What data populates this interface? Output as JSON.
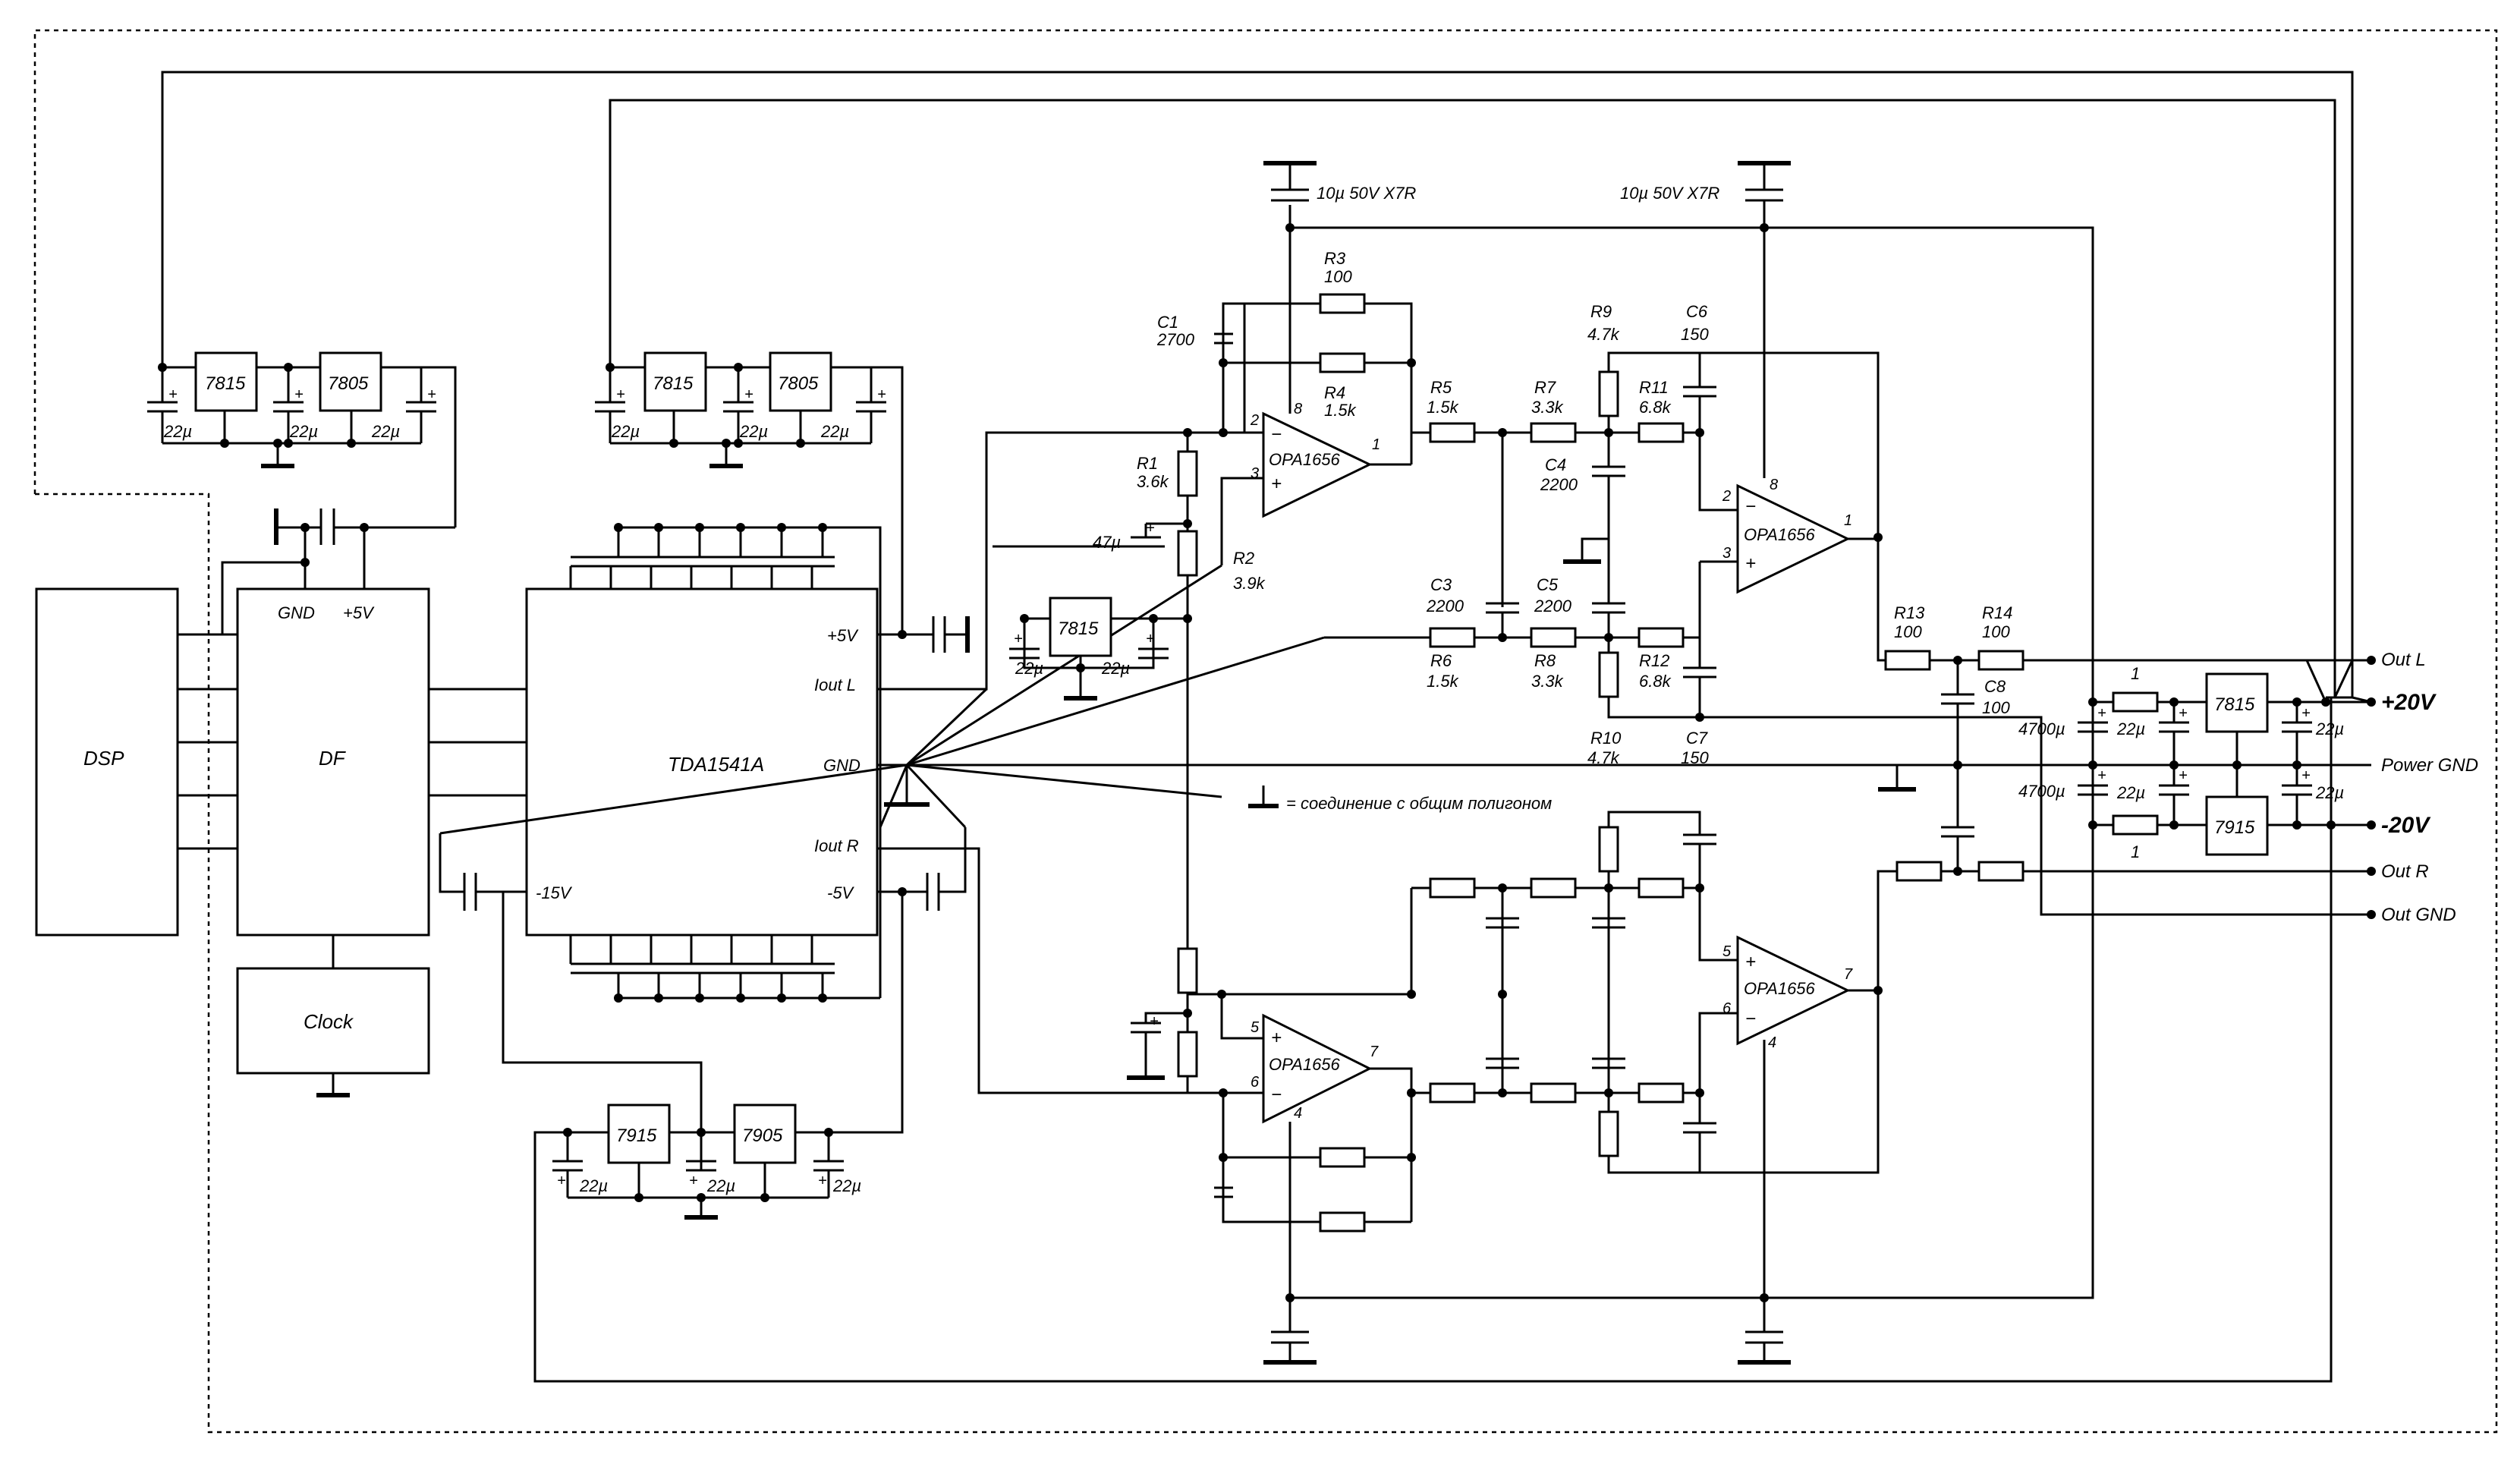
{
  "blocks": {
    "dsp": "DSP",
    "df": "DF",
    "df_gnd": "GND",
    "df_5v": "+5V",
    "clock": "Clock",
    "dac": "TDA1541A",
    "dac_5v": "+5V",
    "dac_ioutl": "Iout L",
    "dac_gnd": "GND",
    "dac_ioutr": "Iout R",
    "dac_m15v": "-15V",
    "dac_m5v": "-5V"
  },
  "regulators": {
    "r1": "7815",
    "r2": "7805",
    "r3": "7815",
    "r4": "7805",
    "r5": "7815",
    "r6": "7915",
    "r7": "7905",
    "r8": "7815",
    "r9": "7915"
  },
  "reg_caps": "22µ",
  "opamps": {
    "name": "OPA1656",
    "u1_p2": "2",
    "u1_p3": "3",
    "u1_p8": "8",
    "u1_p1": "1",
    "u2_p2": "2",
    "u2_p3": "3",
    "u2_p8": "8",
    "u2_p1": "1",
    "u3_p5": "5",
    "u3_p6": "6",
    "u3_p4": "4",
    "u3_p7": "7",
    "u4_p5": "5",
    "u4_p6": "6",
    "u4_p4": "4",
    "u4_p7": "7"
  },
  "parts": {
    "r1": "R1",
    "r1_v": "3.6k",
    "r2": "R2",
    "r2_v": "3.9k",
    "r3": "R3",
    "r3_v": "100",
    "r4": "R4",
    "r4_v": "1.5k",
    "r5": "R5",
    "r5_v": "1.5k",
    "r6": "R6",
    "r6_v": "1.5k",
    "r7": "R7",
    "r7_v": "3.3k",
    "r8": "R8",
    "r8_v": "3.3k",
    "r9": "R9",
    "r9_v": "4.7k",
    "r10": "R10",
    "r10_v": "4.7k",
    "r11": "R11",
    "r11_v": "6.8k",
    "r12": "R12",
    "r12_v": "6.8k",
    "r13": "R13",
    "r13_v": "100",
    "r14": "R14",
    "r14_v": "100",
    "c1": "C1",
    "c1_v": "2700",
    "c3": "C3",
    "c3_v": "2200",
    "c4": "C4",
    "c4_v": "2200",
    "c5": "C5",
    "c5_v": "2200",
    "c6": "C6",
    "c6_v": "150",
    "c7": "C7",
    "c7_v": "150",
    "c8": "C8",
    "c8_v": "100",
    "c47": "47µ",
    "decoupling_a": "10µ 50V X7R",
    "decoupling_b": "10µ 50V X7R",
    "bulk_a": "4700µ",
    "bulk_b": "4700µ",
    "res_1a": "1",
    "res_1b": "1",
    "plus": "+"
  },
  "outputs": {
    "out_l": "Out L",
    "plus20": "+20V",
    "pgnd": "Power GND",
    "minus20": "-20V",
    "out_r": "Out R",
    "out_gnd": "Out GND"
  },
  "legend": "= соединение с общим полигоном"
}
